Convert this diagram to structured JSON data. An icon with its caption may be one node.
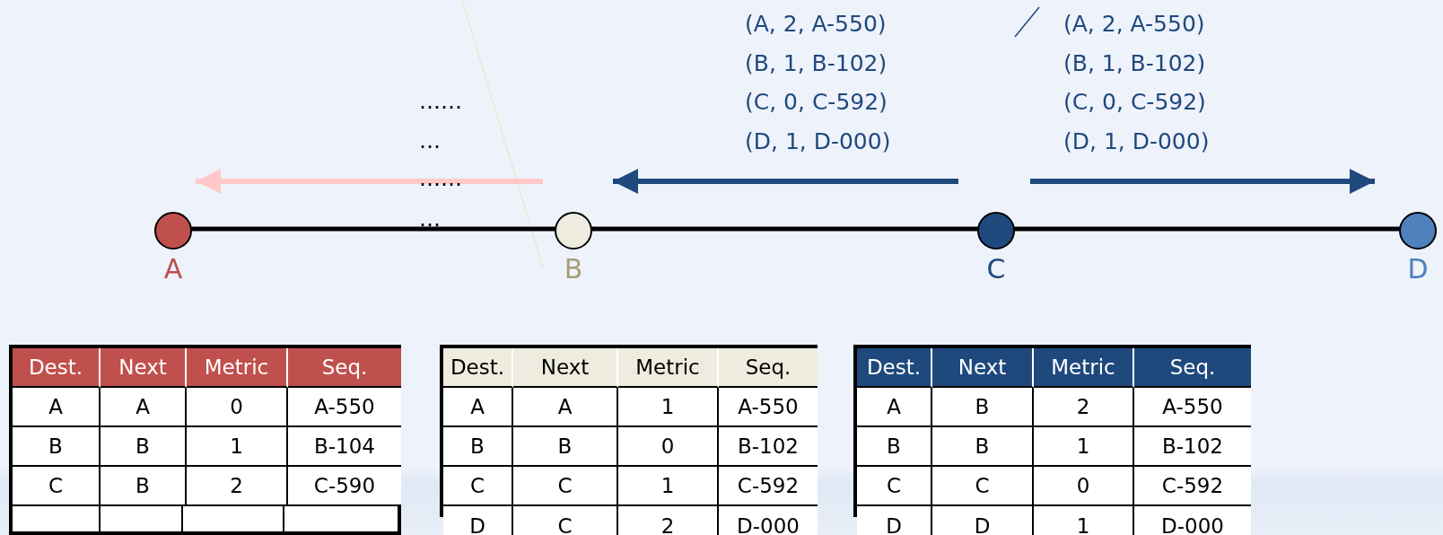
{
  "diagram": {
    "nodes": [
      {
        "text": [
          "A"
        ]
      },
      {
        "text": [
          "B"
        ]
      },
      {
        "text": [
          "C"
        ]
      },
      {
        "text": [
          "D"
        ]
      }
    ],
    "edges": [
      {
        "from": 0,
        "to": 1,
        "arrow": "none"
      },
      {
        "from": 1,
        "to": 2,
        "arrow": "none"
      },
      {
        "from": 2,
        "to": 3,
        "arrow": "none"
      }
    ],
    "labels": [
      "(A, 2, A-550)",
      "(B, 1, B-102)",
      "(C, 0, C-592)",
      "(D, 1, D-000)",
      "(A, 2, A-550)",
      "(B, 1, B-102)",
      "(C, 0, C-592)",
      "(D, 1, D-000)",
      "……",
      "…",
      "……",
      "…",
      "Dest.",
      "Next",
      "Metric",
      "Seq.",
      "A",
      "A",
      "0",
      "A-550",
      "B",
      "B",
      "1",
      "B-104",
      "C",
      "B",
      "2",
      "C-590",
      "Dest.",
      "Next",
      "Metric",
      "Seq.",
      "A",
      "A",
      "1",
      "A-550",
      "B",
      "B",
      "0",
      "B-102",
      "C",
      "C",
      "1",
      "C-592",
      "D",
      "C",
      "2",
      "D-000",
      "Dest.",
      "Next",
      "Metric",
      "Seq.",
      "A",
      "B",
      "2",
      "A-550",
      "B",
      "B",
      "1",
      "B-102",
      "C",
      "C",
      "0",
      "C-592",
      "D",
      "D",
      "1",
      "D-000"
    ]
  }
}
